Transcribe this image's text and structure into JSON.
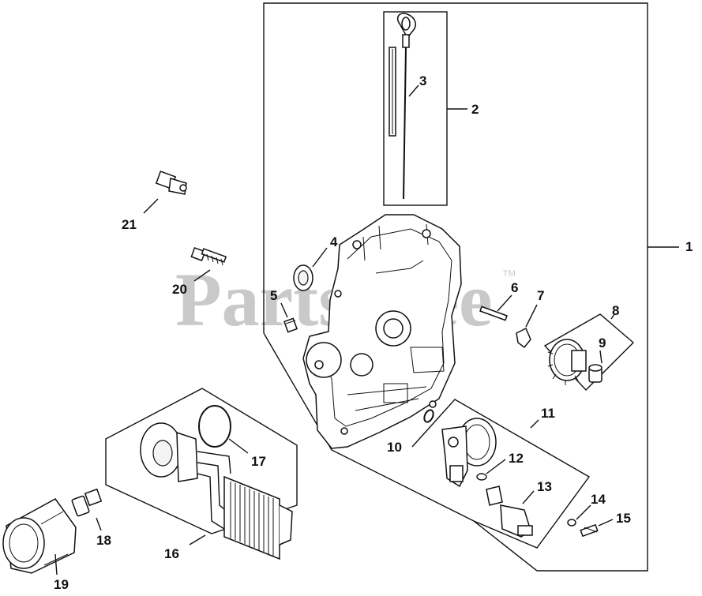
{
  "watermark": {
    "text": "PartsTree",
    "trademark": "TM"
  },
  "callouts": [
    {
      "id": "label-1",
      "text": "1"
    },
    {
      "id": "label-2",
      "text": "2"
    },
    {
      "id": "label-3",
      "text": "3"
    },
    {
      "id": "label-4",
      "text": "4"
    },
    {
      "id": "label-5",
      "text": "5"
    },
    {
      "id": "label-6",
      "text": "6"
    },
    {
      "id": "label-7",
      "text": "7"
    },
    {
      "id": "label-8",
      "text": "8"
    },
    {
      "id": "label-9",
      "text": "9"
    },
    {
      "id": "label-10",
      "text": "10"
    },
    {
      "id": "label-11",
      "text": "11"
    },
    {
      "id": "label-12",
      "text": "12"
    },
    {
      "id": "label-13",
      "text": "13"
    },
    {
      "id": "label-14",
      "text": "14"
    },
    {
      "id": "label-15",
      "text": "15"
    },
    {
      "id": "label-16",
      "text": "16"
    },
    {
      "id": "label-17",
      "text": "17"
    },
    {
      "id": "label-18",
      "text": "18"
    },
    {
      "id": "label-19",
      "text": "19"
    },
    {
      "id": "label-20",
      "text": "20"
    },
    {
      "id": "label-21",
      "text": "21"
    }
  ]
}
